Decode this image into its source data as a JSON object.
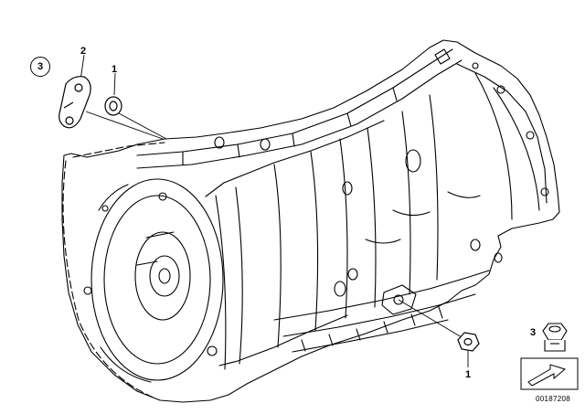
{
  "callouts": {
    "bracket_circled": "3",
    "bracket_part": "2",
    "washer_top": "1",
    "nut_bottom": "1",
    "legend_nut": "3"
  },
  "footer": {
    "doc_number": "00187208"
  }
}
